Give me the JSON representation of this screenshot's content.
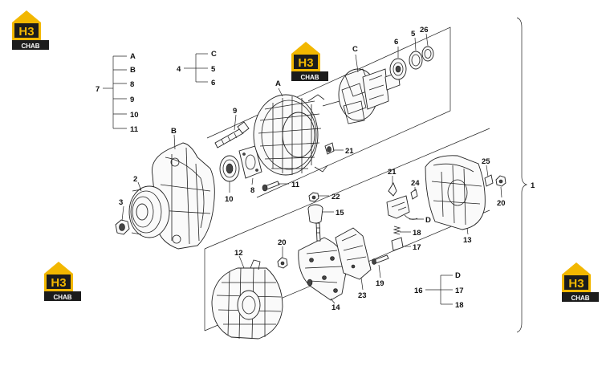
{
  "logo": {
    "letters": "H3",
    "sub": "CHAB",
    "accent": "#f2b700",
    "dark": "#1c1c1c"
  },
  "brace_label": "1",
  "group_7": {
    "label": "7",
    "items": [
      "A",
      "B",
      "8",
      "9",
      "10",
      "11"
    ]
  },
  "group_4": {
    "label": "4",
    "items": [
      "C",
      "5",
      "6"
    ]
  },
  "group_16": {
    "label": "16",
    "items": [
      "D",
      "17",
      "18"
    ]
  },
  "callouts": {
    "c_C": "C",
    "c_6": "6",
    "c_5": "5",
    "c_26": "26",
    "c_A": "A",
    "c_9": "9",
    "c_B": "B",
    "c_2": "2",
    "c_3": "3",
    "c_10": "10",
    "c_8": "8",
    "c_11": "11",
    "c_21a": "21",
    "c_21b": "21",
    "c_22": "22",
    "c_15": "15",
    "c_24": "24",
    "c_D": "D",
    "c_25": "25",
    "c_20a": "20",
    "c_13": "13",
    "c_18": "18",
    "c_17": "17",
    "c_20b": "20",
    "c_12": "12",
    "c_19": "19",
    "c_23": "23",
    "c_14": "14"
  }
}
